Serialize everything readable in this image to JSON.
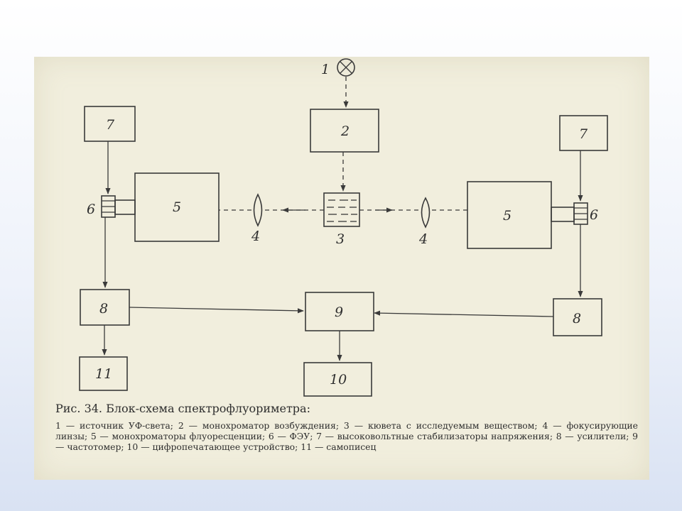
{
  "diagram": {
    "labels": {
      "n1": "1",
      "n2": "2",
      "n3": "3",
      "n4_left": "4",
      "n4_right": "4",
      "n5_left": "5",
      "n5_right": "5",
      "n6_left": "6",
      "n6_right": "6",
      "n7_left": "7",
      "n7_right": "7",
      "n8_left": "8",
      "n8_right": "8",
      "n9": "9",
      "n10": "10",
      "n11": "11"
    }
  },
  "caption": {
    "title": "Рис. 34. Блок-схема спектрофлуориметра:",
    "text": "1 — источник УФ-света; 2 — монохроматор возбуждения; 3 — кювета с исследуемым веществом; 4 — фокусирующие линзы; 5 — монохроматоры флуоресценции; 6 — ФЭУ; 7 — высоковольтные стабилизаторы напряжения; 8 — усилители; 9 — частотомер; 10 — цифропечатающее устройство; 11 — самописец"
  }
}
